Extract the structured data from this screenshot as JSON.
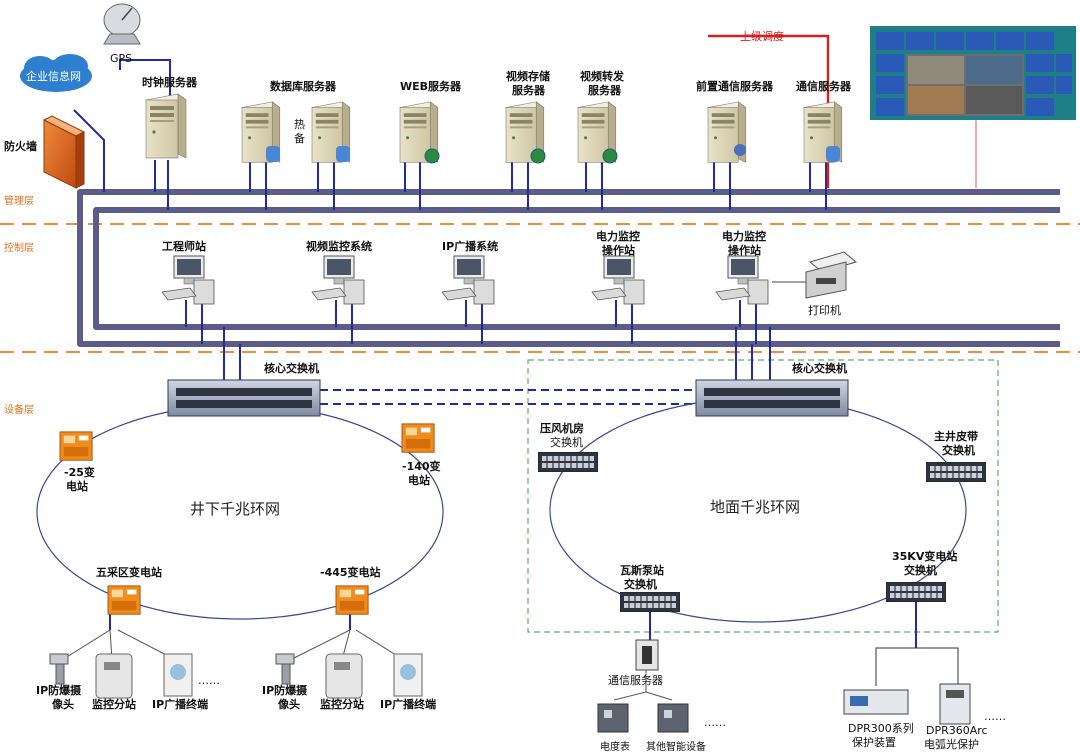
{
  "layers": {
    "management": "管理层",
    "control": "控制层",
    "device": "设备层"
  },
  "nodes": {
    "gps": "GPS",
    "enterprise_net": "企业信息网",
    "firewall": "防火墙",
    "hot_standby_1": "热",
    "hot_standby_2": "备",
    "upper_dispatch": "上级调度",
    "printer": "打印机",
    "core_switch_left": "核心交换机",
    "core_switch_right": "核心交换机",
    "comm_server_bottom": "通信服务器",
    "meter": "电度表",
    "other_devices": "其他智能设备",
    "ellipsis": "……"
  },
  "servers": [
    "时钟服务器",
    "数据库服务器",
    "WEB服务器",
    "视频存储",
    "服务器",
    "视频转发",
    "服务器",
    "前置通信服务器",
    "通信服务器"
  ],
  "stations": [
    "工程师站",
    "视频监控系统",
    "IP广播系统",
    "电力监控",
    "操作站",
    "电力监控",
    "操作站"
  ],
  "rings": {
    "underground": "井下千兆环网",
    "surface": "地面千兆环网"
  },
  "underground": [
    "-25变",
    "电站",
    "-140变",
    "电站",
    "五采区变电站",
    "-445变电站"
  ],
  "end_devices": [
    "IP防爆摄",
    "像头",
    "监控分站",
    "IP广播终端"
  ],
  "surface": [
    "压风机房",
    "交换机",
    "主井皮带",
    "交换机",
    "瓦斯泵站",
    "交换机",
    "35KV变电站",
    "交换机"
  ],
  "protection": [
    "DPR300系列",
    "保护装置",
    "DPR360Arc",
    "电弧光保护"
  ]
}
